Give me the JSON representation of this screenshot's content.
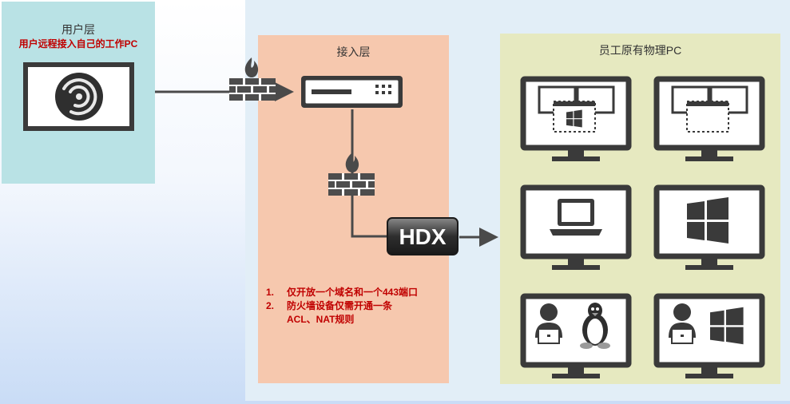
{
  "user_layer": {
    "title": "用户层",
    "subtitle": "用户远程接入自己的工作PC"
  },
  "access_layer": {
    "title": "接入层",
    "notes": [
      {
        "num": "1.",
        "lines": [
          "仅开放一个域名和一个443端口"
        ]
      },
      {
        "num": "2.",
        "lines": [
          "防火墙设备仅需开通一条",
          "ACL、NAT规则"
        ]
      }
    ]
  },
  "pc_layer": {
    "title": "员工原有物理PC"
  },
  "hdx_label": "HDX",
  "colors": {
    "user_bg": "#b9e2e5",
    "access_bg": "#f6c8ae",
    "pc_bg": "#e6e9c0",
    "icon_dark": "#3a3a3a",
    "note_red": "#c00000",
    "flame": "#4a4a4a"
  }
}
